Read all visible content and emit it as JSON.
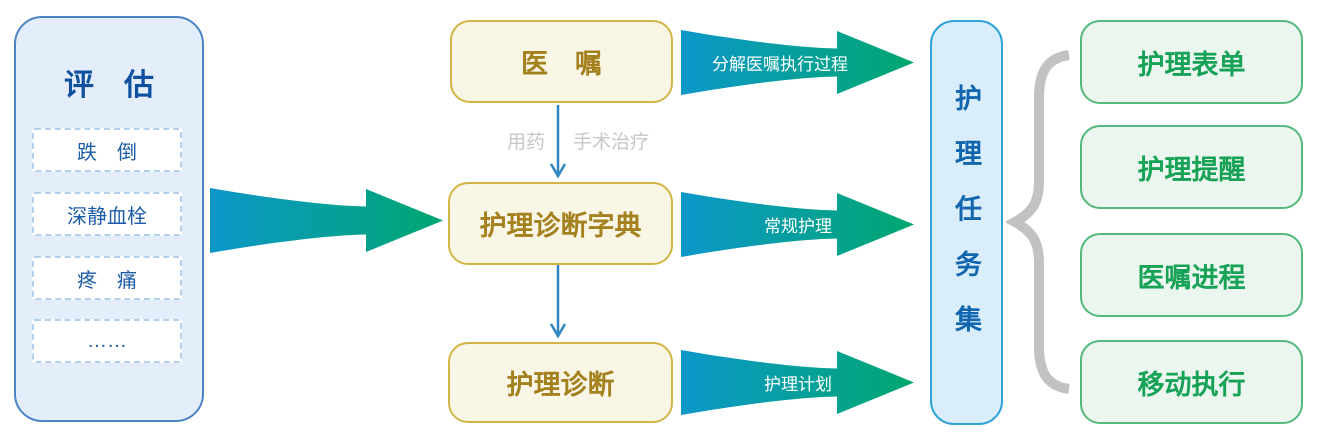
{
  "assessment": {
    "title": "评　估",
    "items": [
      {
        "label": "跌　倒"
      },
      {
        "label": "深静血栓"
      },
      {
        "label": "疼　痛"
      },
      {
        "label": "……"
      }
    ]
  },
  "flow": {
    "order_node": "医　嘱",
    "order_split_left": "用药",
    "order_split_right": "手术治疗",
    "dictionary_node": "护理诊断字典",
    "diagnosis_node": "护理诊断"
  },
  "arrows": {
    "order_to_tasks": "分解医嘱执行过程",
    "dictionary_to_tasks": "常规护理",
    "diagnosis_to_tasks": "护理计划"
  },
  "task_set": {
    "title": "护理任务集"
  },
  "outputs": {
    "items": [
      {
        "label": "护理表单"
      },
      {
        "label": "护理提醒"
      },
      {
        "label": "医嘱进程"
      },
      {
        "label": "移动执行"
      }
    ]
  },
  "colors": {
    "arrow_gradient_start": "#0c97c9",
    "arrow_gradient_end": "#00a770",
    "assessment_panel_bg": "#e4eefa",
    "assessment_border": "#4a84c4",
    "assessment_text": "#10519f",
    "item_border": "#b5d0ec",
    "item_text": "#1d5ca7",
    "node_bg": "#faf6e6",
    "node_border": "#d2b545",
    "node_text": "#a3811f",
    "connector_blue": "#2f86c0",
    "split_label_gray": "#c7c7c7",
    "task_bg": "#d9edfa",
    "task_border": "#2fa3d7",
    "task_text": "#1166ad",
    "brace_gray": "#c2c2c2",
    "output_bg": "#eaf6ee",
    "output_border": "#53b97f",
    "output_text": "#17a257"
  }
}
